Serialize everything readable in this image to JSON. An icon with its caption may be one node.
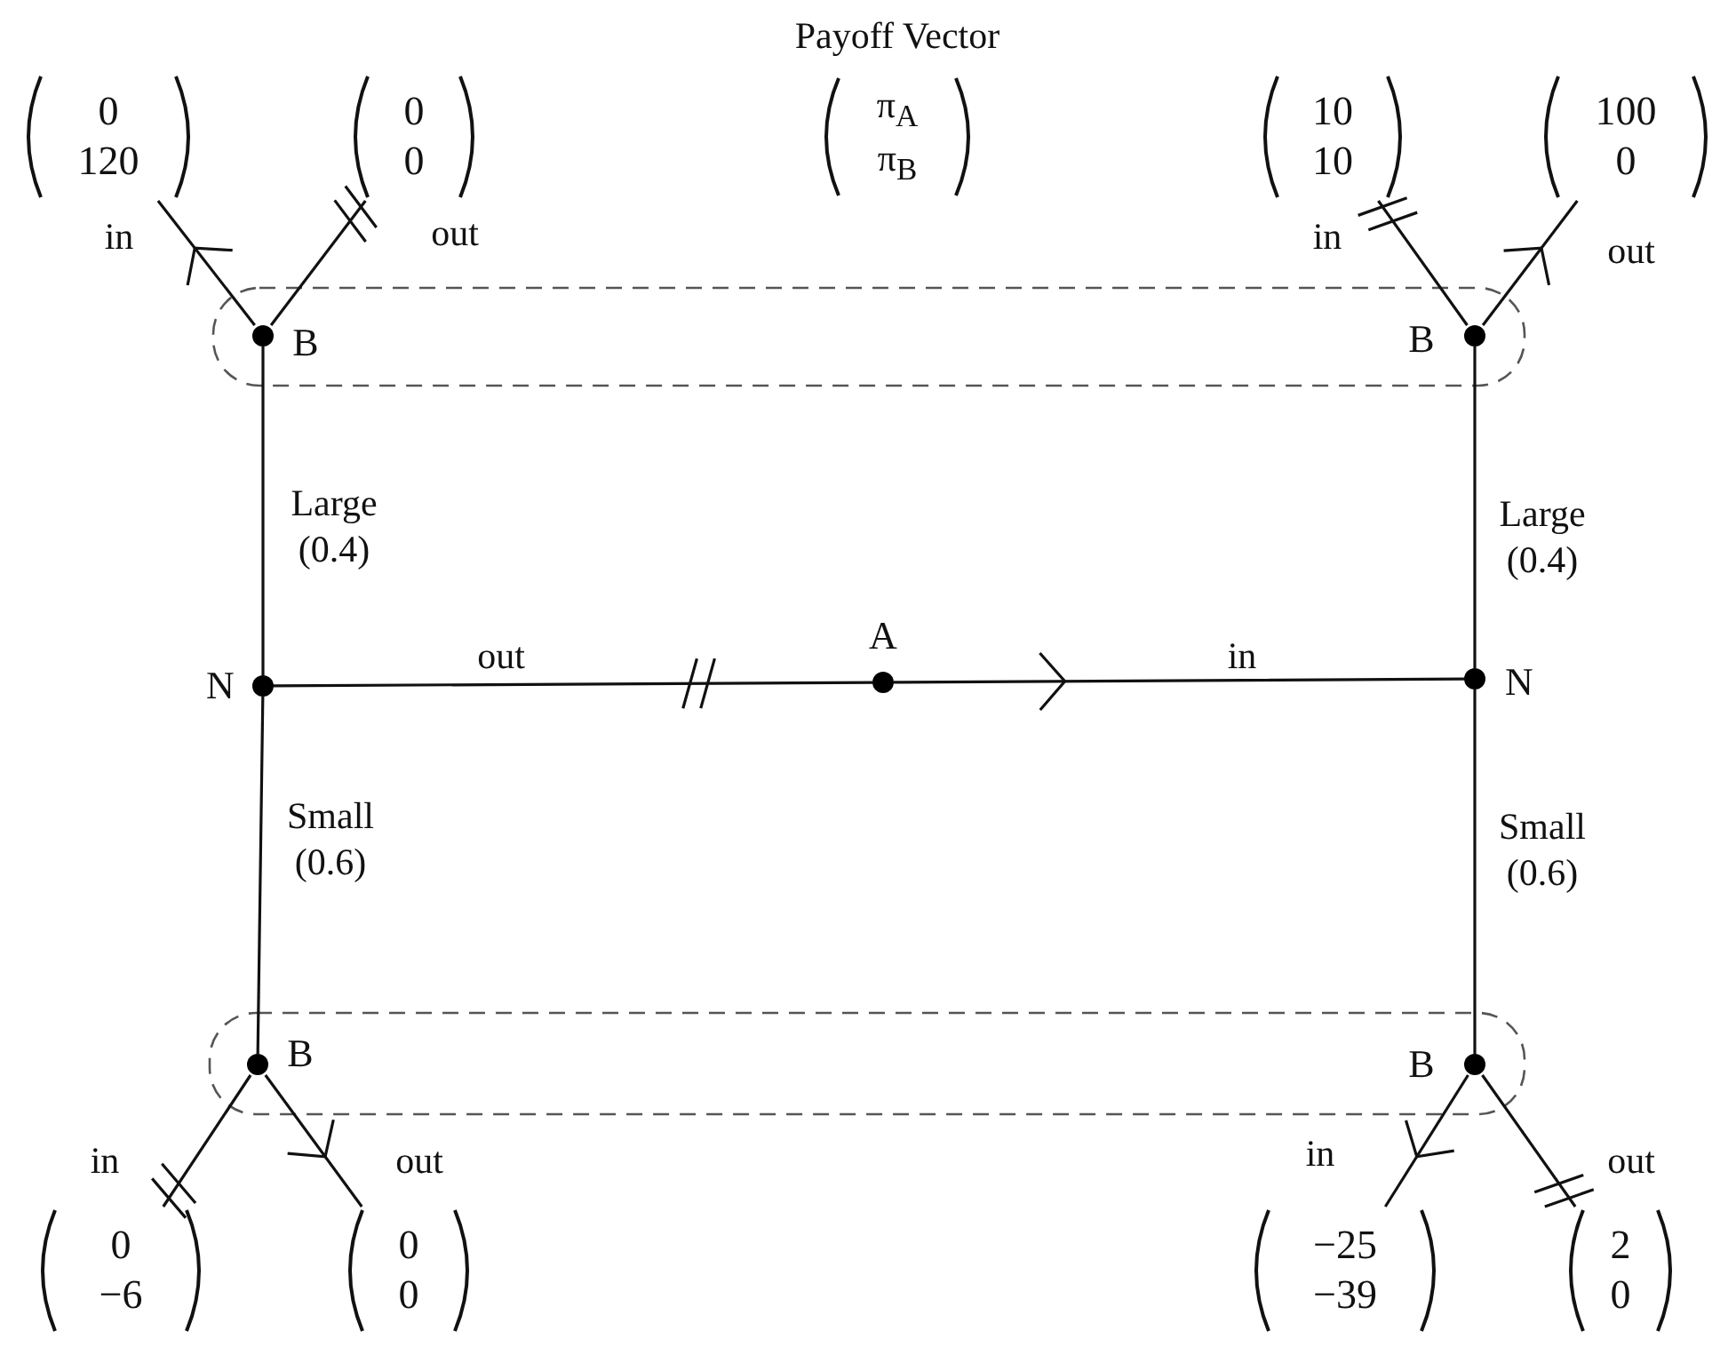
{
  "diagram": {
    "nodes": [
      {
        "text": [
          "0",
          "120"
        ]
      },
      {
        "text": [
          "0",
          "0"
        ]
      },
      {
        "text": [
          "10",
          "10"
        ]
      },
      {
        "text": [
          "100",
          "0"
        ]
      },
      {
        "text": [
          "B"
        ]
      },
      {
        "text": [
          "B"
        ]
      },
      {
        "text": [
          "N"
        ]
      },
      {
        "text": [
          "A"
        ]
      },
      {
        "text": [
          "N"
        ]
      },
      {
        "text": [
          "B"
        ]
      },
      {
        "text": [
          "B"
        ]
      },
      {
        "text": [
          "0",
          "−6"
        ]
      },
      {
        "text": [
          "0",
          "0"
        ]
      },
      {
        "text": [
          "−25",
          "−39"
        ]
      },
      {
        "text": [
          "2",
          "0"
        ]
      }
    ],
    "edges": [
      {
        "from": 7,
        "to": 6,
        "arrow": "none",
        "label": "out"
      },
      {
        "from": 7,
        "to": 8,
        "arrow": "to",
        "label": "in"
      },
      {
        "from": 6,
        "to": 4,
        "arrow": "none",
        "label": "Large (0.4)"
      },
      {
        "from": 6,
        "to": 9,
        "arrow": "none",
        "label": "Small (0.6)"
      },
      {
        "from": 8,
        "to": 5,
        "arrow": "none",
        "label": "Large (0.4)"
      },
      {
        "from": 8,
        "to": 10,
        "arrow": "none",
        "label": "Small (0.6)"
      },
      {
        "from": 4,
        "to": 0,
        "arrow": "to",
        "label": "in"
      },
      {
        "from": 4,
        "to": 1,
        "arrow": "none",
        "label": "out"
      },
      {
        "from": 5,
        "to": 2,
        "arrow": "none",
        "label": "in"
      },
      {
        "from": 5,
        "to": 3,
        "arrow": "to",
        "label": "out"
      },
      {
        "from": 9,
        "to": 11,
        "arrow": "none",
        "label": "in"
      },
      {
        "from": 9,
        "to": 12,
        "arrow": "to",
        "label": "out"
      },
      {
        "from": 10,
        "to": 13,
        "arrow": "to",
        "label": "in"
      },
      {
        "from": 10,
        "to": 14,
        "arrow": "none",
        "label": "out"
      }
    ],
    "labels": [
      "Payoff Vector",
      "π$_{A}$",
      "π$_{B}$"
    ]
  }
}
